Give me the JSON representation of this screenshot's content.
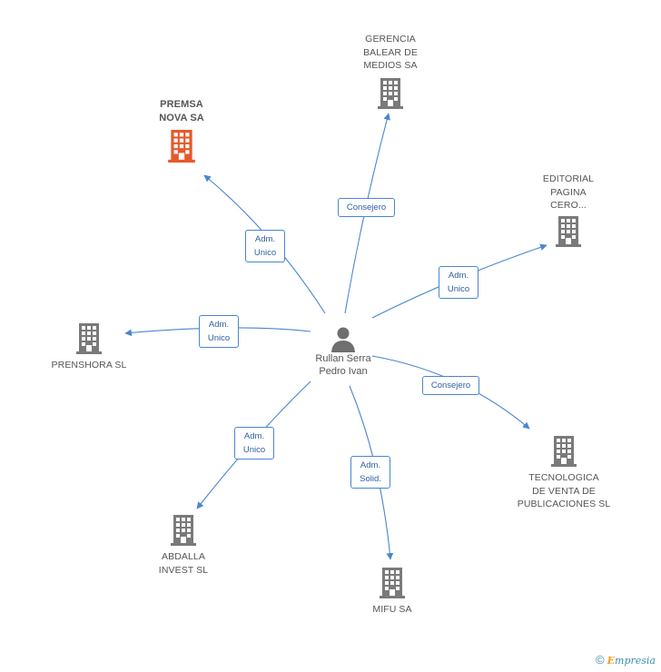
{
  "center": {
    "name": "Rullan Serra\nPedro Ivan",
    "icon": "person-icon"
  },
  "nodes": [
    {
      "id": "gerencia",
      "label": "GERENCIA\nBALEAR DE\nMEDIOS SA",
      "icon": "building-icon"
    },
    {
      "id": "premsa",
      "label": "PREMSA\nNOVA SA",
      "icon": "building-icon",
      "color": "#e8582a"
    },
    {
      "id": "editorial",
      "label": "EDITORIAL\nPAGINA\nCERO...",
      "icon": "building-icon"
    },
    {
      "id": "prenshora",
      "label": "PRENSHORA SL",
      "icon": "building-icon"
    },
    {
      "id": "tecnologica",
      "label": "TECNOLOGICA\nDE VENTA DE\nPUBLICACIONES SL",
      "icon": "building-icon"
    },
    {
      "id": "abdalla",
      "label": "ABDALLA\nINVEST SL",
      "icon": "building-icon"
    },
    {
      "id": "mifu",
      "label": "MIFU SA",
      "icon": "building-icon"
    }
  ],
  "edges": [
    {
      "to": "gerencia",
      "label": "Consejero"
    },
    {
      "to": "premsa",
      "label": "Adm.\nUnico"
    },
    {
      "to": "editorial",
      "label": "Adm.\nUnico"
    },
    {
      "to": "prenshora",
      "label": "Adm.\nUnico"
    },
    {
      "to": "tecnologica",
      "label": "Consejero"
    },
    {
      "to": "abdalla",
      "label": "Adm.\nUnico"
    },
    {
      "to": "mifu",
      "label": "Adm.\nSolid."
    }
  ],
  "footer": {
    "copyright_symbol": "©",
    "brand_first": "E",
    "brand_rest": "mpresia"
  },
  "colors": {
    "edge": "#4a86d0",
    "building": "#7a7a7a",
    "highlight": "#e8582a",
    "label_text": "#2e5f9e"
  }
}
